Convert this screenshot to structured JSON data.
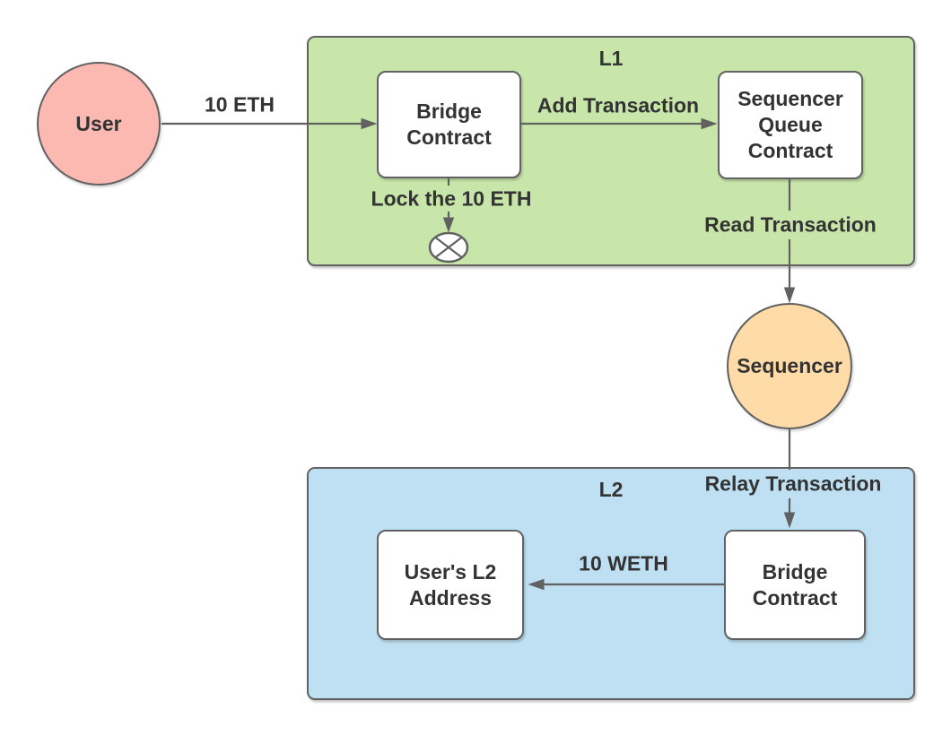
{
  "containers": {
    "l1": {
      "label": "L1"
    },
    "l2": {
      "label": "L2"
    }
  },
  "nodes": {
    "user": {
      "label": "User"
    },
    "bridge_l1": {
      "label": "Bridge Contract"
    },
    "sequencer_queue": {
      "label": "Sequencer Queue Contract"
    },
    "sequencer": {
      "label": "Sequencer"
    },
    "user_l2_address": {
      "label": "User's L2 Address"
    },
    "bridge_l2": {
      "label": "Bridge Contract"
    }
  },
  "edges": {
    "deposit": {
      "label": "10 ETH"
    },
    "add_transaction": {
      "label": "Add Transaction"
    },
    "lock": {
      "label": "Lock the 10 ETH"
    },
    "read_transaction": {
      "label": "Read Transaction"
    },
    "relay_transaction": {
      "label": "Relay Transaction"
    },
    "mint": {
      "label": "10 WETH"
    }
  },
  "icons": {
    "lock_terminator": "circle-cross-icon"
  },
  "colors": {
    "canvas": "#ffffff",
    "l1_fill": "#c8e6aa",
    "l2_fill": "#bee0f2",
    "user_fill": "#fbb9b1",
    "sequencer_fill": "#ffdba7",
    "node_fill": "#ffffff",
    "stroke": "#616161",
    "text": "#333333"
  }
}
